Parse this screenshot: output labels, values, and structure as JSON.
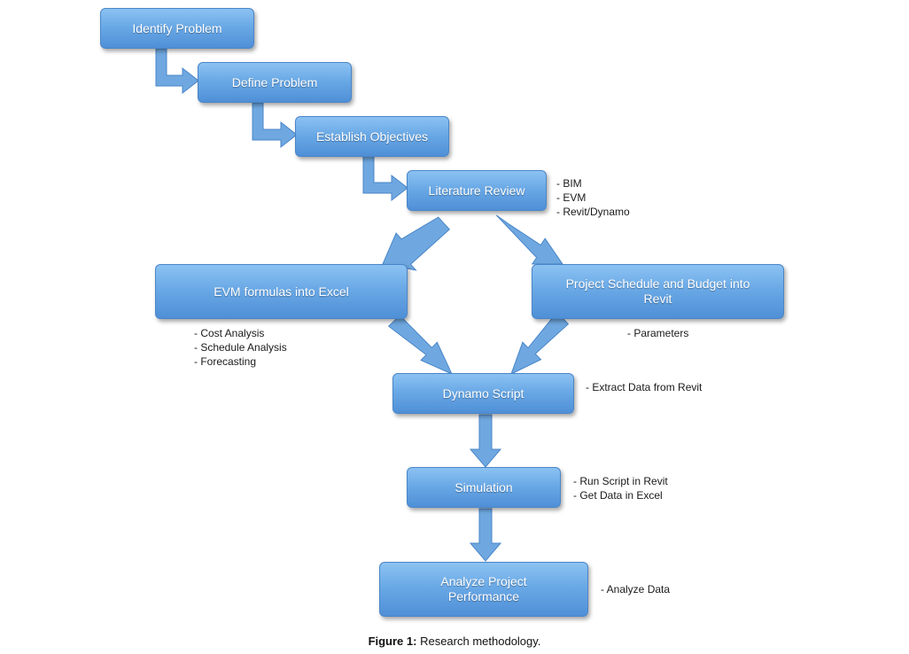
{
  "nodes": {
    "identify": "Identify Problem",
    "define": "Define Problem",
    "objectives": "Establish Objectives",
    "literature": "Literature Review",
    "evm_excel": "EVM formulas into Excel",
    "schedule_revit": "Project Schedule and Budget into Revit",
    "dynamo": "Dynamo Script",
    "simulation": "Simulation",
    "analyze": "Analyze Project Performance"
  },
  "notes": {
    "literature": [
      "- BIM",
      "- EVM",
      "- Revit/Dynamo"
    ],
    "evm_excel": [
      "- Cost Analysis",
      "- Schedule Analysis",
      "- Forecasting"
    ],
    "schedule_revit": [
      "- Parameters"
    ],
    "dynamo": [
      "- Extract Data from Revit"
    ],
    "simulation": [
      "- Run Script in Revit",
      "- Get Data in Excel"
    ],
    "analyze": [
      "- Analyze Data"
    ]
  },
  "caption": {
    "label": "Figure 1:",
    "text": " Research methodology."
  },
  "colors": {
    "box_fill": "#6aa9e6",
    "arrow_fill": "#6fa8e0",
    "arrow_stroke": "#4a86c9"
  }
}
